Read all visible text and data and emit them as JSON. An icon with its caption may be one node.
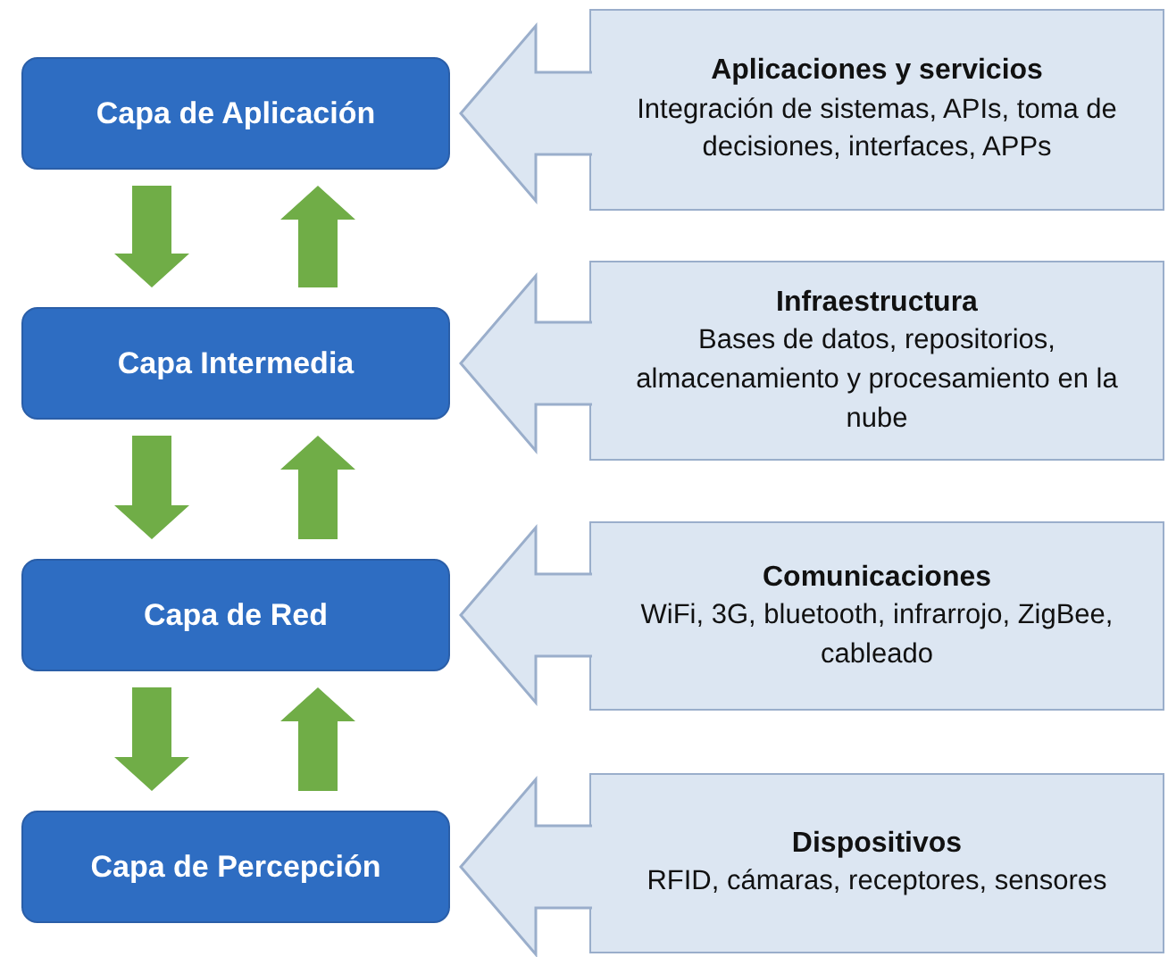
{
  "diagram": {
    "nodes": [
      {
        "text": [
          "Capa de Aplicación"
        ]
      },
      {
        "text": [
          "Aplicaciones y servicios",
          "Integración de sistemas, APIs, toma de decisiones, interfaces, APPs"
        ]
      },
      {
        "text": [
          "Capa Intermedia"
        ]
      },
      {
        "text": [
          "Infraestructura",
          "Bases de datos, repositorios, almacenamiento y procesamiento en la nube"
        ]
      },
      {
        "text": [
          "Capa de Red"
        ]
      },
      {
        "text": [
          "Comunicaciones",
          "WiFi, 3G, bluetooth, infrarrojo, ZigBee, cableado"
        ]
      },
      {
        "text": [
          "Capa de Percepción"
        ]
      },
      {
        "text": [
          "Dispositivos",
          "RFID, cámaras, receptores, sensores"
        ]
      }
    ],
    "edges": [
      {
        "from": 0,
        "to": 2,
        "arrow": "to"
      },
      {
        "from": 2,
        "to": 0,
        "arrow": "to"
      },
      {
        "from": 2,
        "to": 4,
        "arrow": "to"
      },
      {
        "from": 4,
        "to": 2,
        "arrow": "to"
      },
      {
        "from": 4,
        "to": 6,
        "arrow": "to"
      },
      {
        "from": 6,
        "to": 4,
        "arrow": "to"
      },
      {
        "from": 1,
        "to": 0,
        "arrow": "to",
        "color": "#dce6f2"
      },
      {
        "from": 3,
        "to": 2,
        "arrow": "to",
        "color": "#dce6f2"
      },
      {
        "from": 5,
        "to": 4,
        "arrow": "to",
        "color": "#dce6f2"
      },
      {
        "from": 7,
        "to": 6,
        "arrow": "to",
        "color": "#dce6f2"
      }
    ]
  }
}
